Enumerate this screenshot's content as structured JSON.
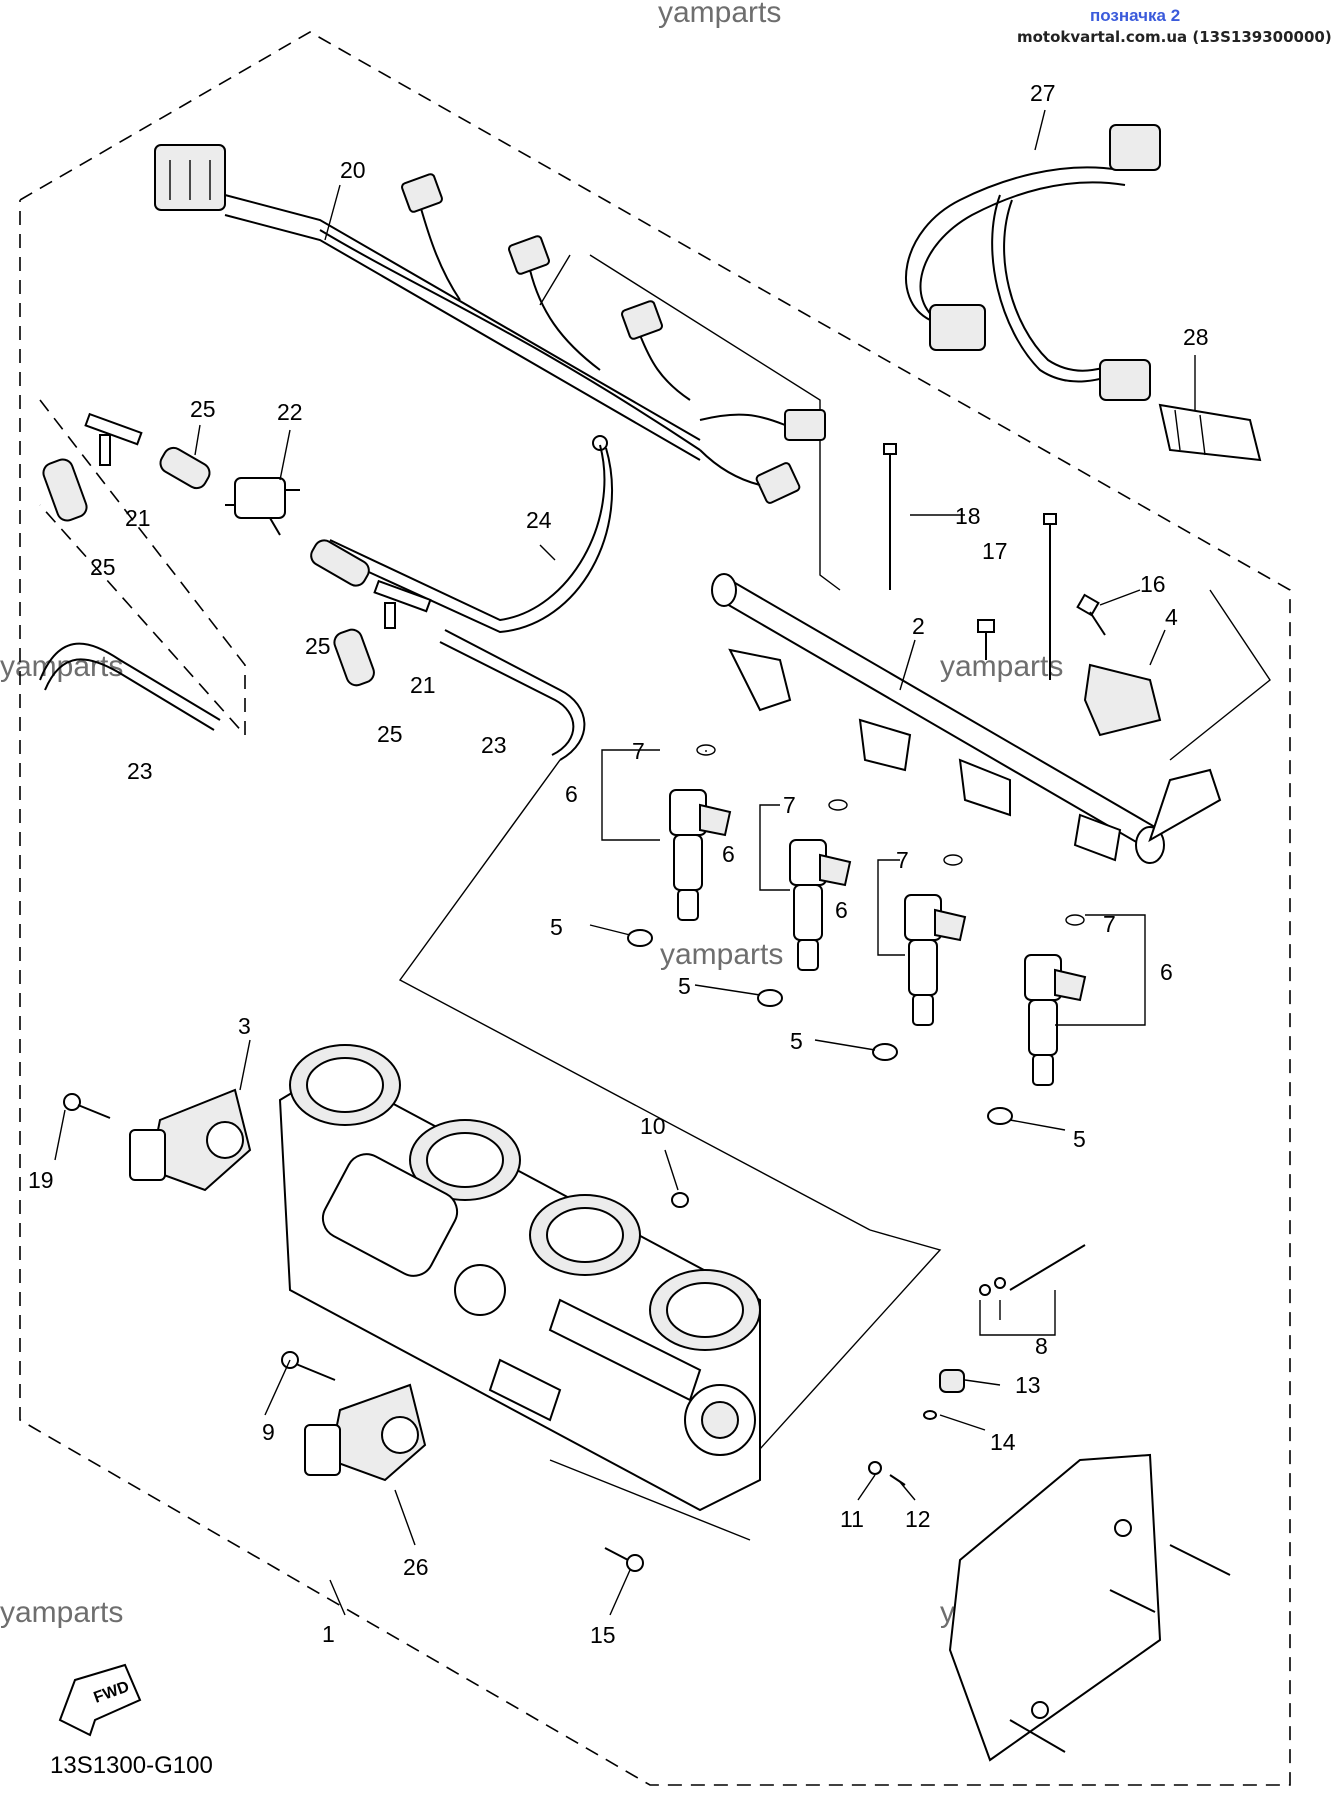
{
  "watermarks": [
    "yamparts",
    "yamparts",
    "yamparts",
    "yamparts",
    "yamparts",
    "yamparts"
  ],
  "header": {
    "badge": "позначка 2",
    "source": "motokvartal.com.ua (13S139300000)"
  },
  "diagram_code": "13S1300-G100",
  "fwd_label": "FWD",
  "callouts": [
    "1",
    "2",
    "3",
    "4",
    "5",
    "5",
    "5",
    "5",
    "6",
    "6",
    "6",
    "6",
    "7",
    "7",
    "7",
    "7",
    "8",
    "9",
    "10",
    "11",
    "12",
    "13",
    "14",
    "15",
    "16",
    "17",
    "18",
    "19",
    "20",
    "21",
    "21",
    "22",
    "23",
    "23",
    "24",
    "25",
    "25",
    "25",
    "25",
    "26",
    "27",
    "28"
  ]
}
